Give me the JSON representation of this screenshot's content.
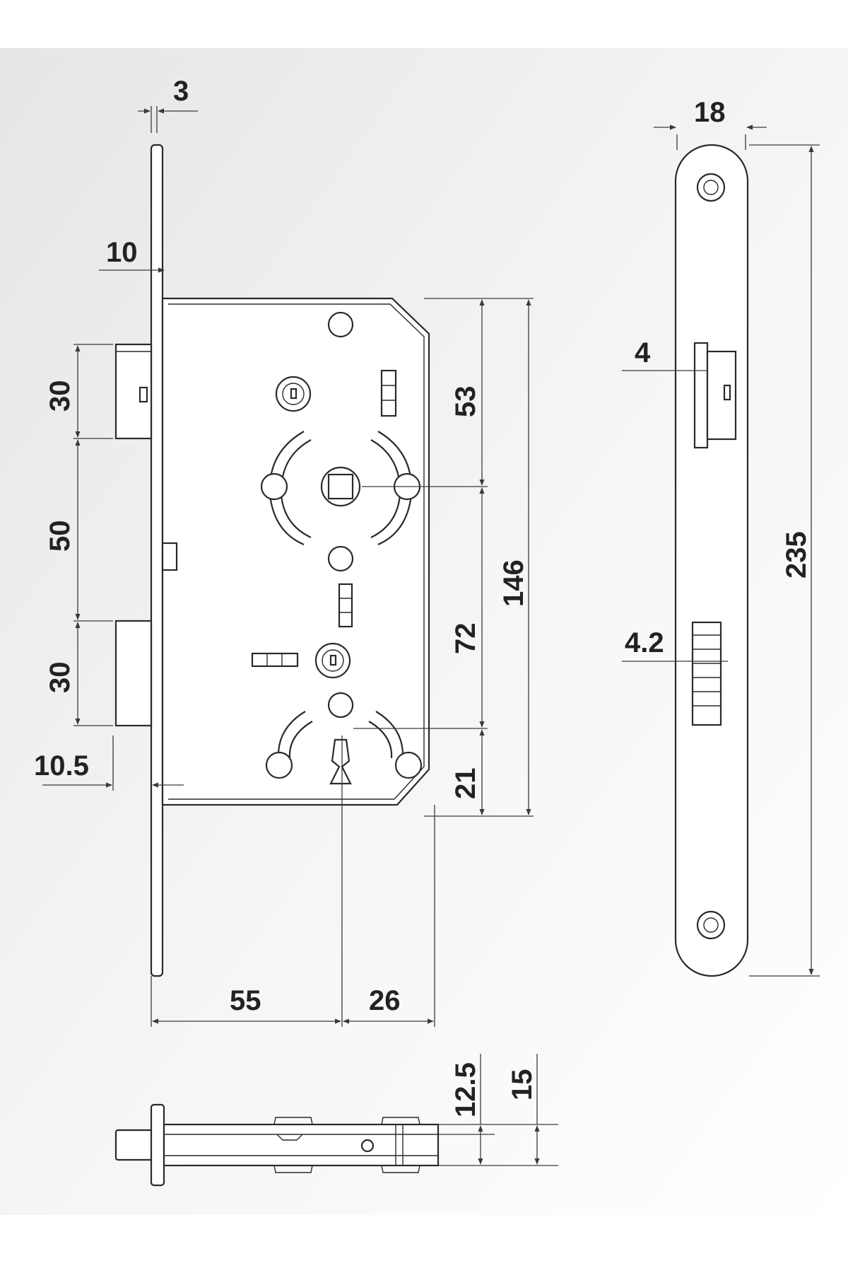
{
  "colors": {
    "background_top": "#ffffff",
    "background_panel": "#ececec",
    "line": "#2a2a2a",
    "text": "#222222"
  },
  "front_view": {
    "dims": {
      "faceplate_thickness": "3",
      "faceplate_offset": "10",
      "latch_height": "30",
      "latch_to_bolt": "50",
      "bolt_height": "30",
      "bolt_offset": "10.5",
      "handle_to_top": "53",
      "handle_to_key": "72",
      "key_to_bottom": "21",
      "case_height": "146",
      "backset": "55",
      "key_to_back": "26"
    }
  },
  "side_view": {
    "dims": {
      "faceplate_width": "18",
      "latch_protrusion": "4",
      "bolt_protrusion": "4.2",
      "faceplate_length": "235"
    }
  },
  "bottom_view": {
    "dims": {
      "inner_thickness": "12.5",
      "outer_thickness": "15"
    }
  }
}
